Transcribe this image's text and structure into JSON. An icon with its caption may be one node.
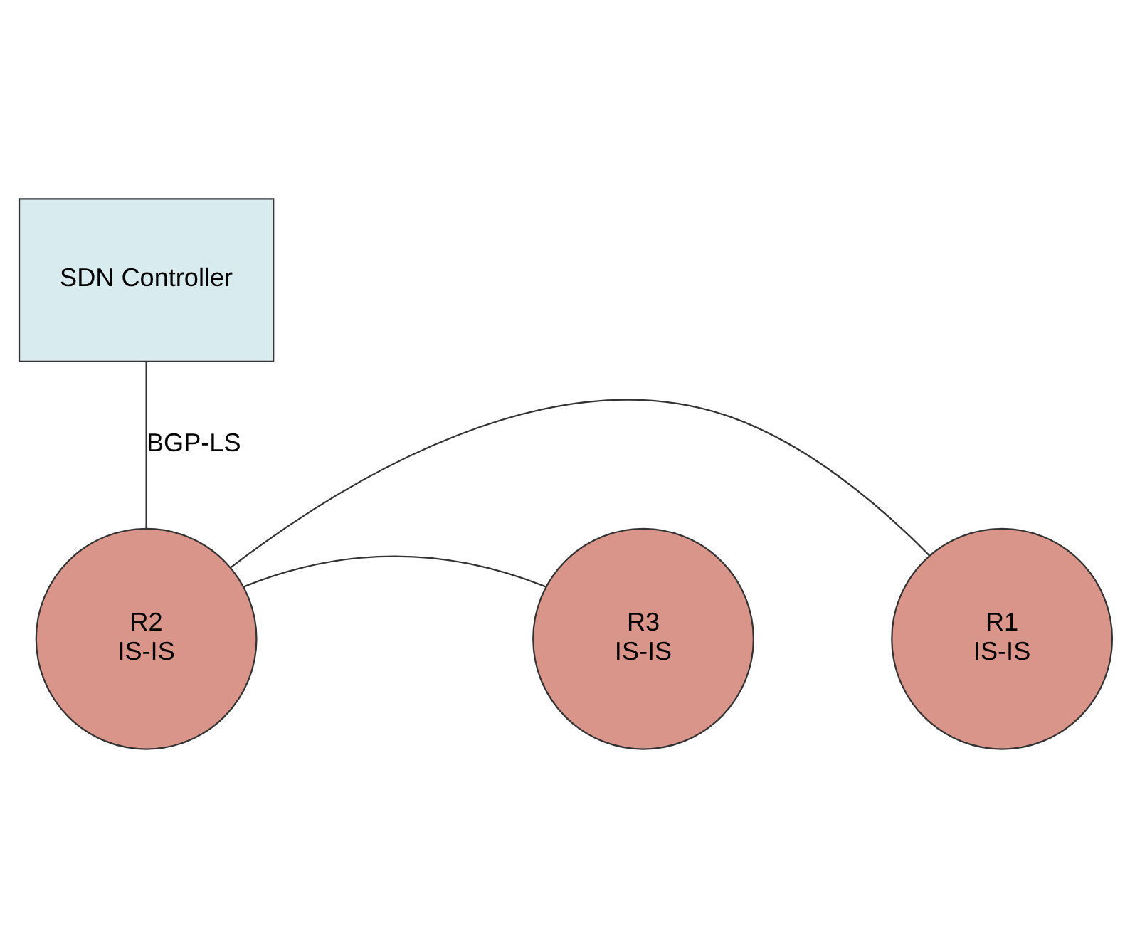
{
  "diagram": {
    "nodes": [
      {
        "text": [
          "SDN Controller"
        ]
      },
      {
        "text": [
          "R2",
          "IS-IS"
        ]
      },
      {
        "text": [
          "R1",
          "IS-IS"
        ]
      },
      {
        "text": [
          "R3",
          "IS-IS"
        ]
      }
    ],
    "edges": [
      {
        "from": 0,
        "to": 1,
        "arrow": "none",
        "label": "BGP-LS"
      },
      {
        "from": 1,
        "to": 2,
        "arrow": "none"
      },
      {
        "from": 1,
        "to": 3,
        "arrow": "none"
      }
    ]
  }
}
